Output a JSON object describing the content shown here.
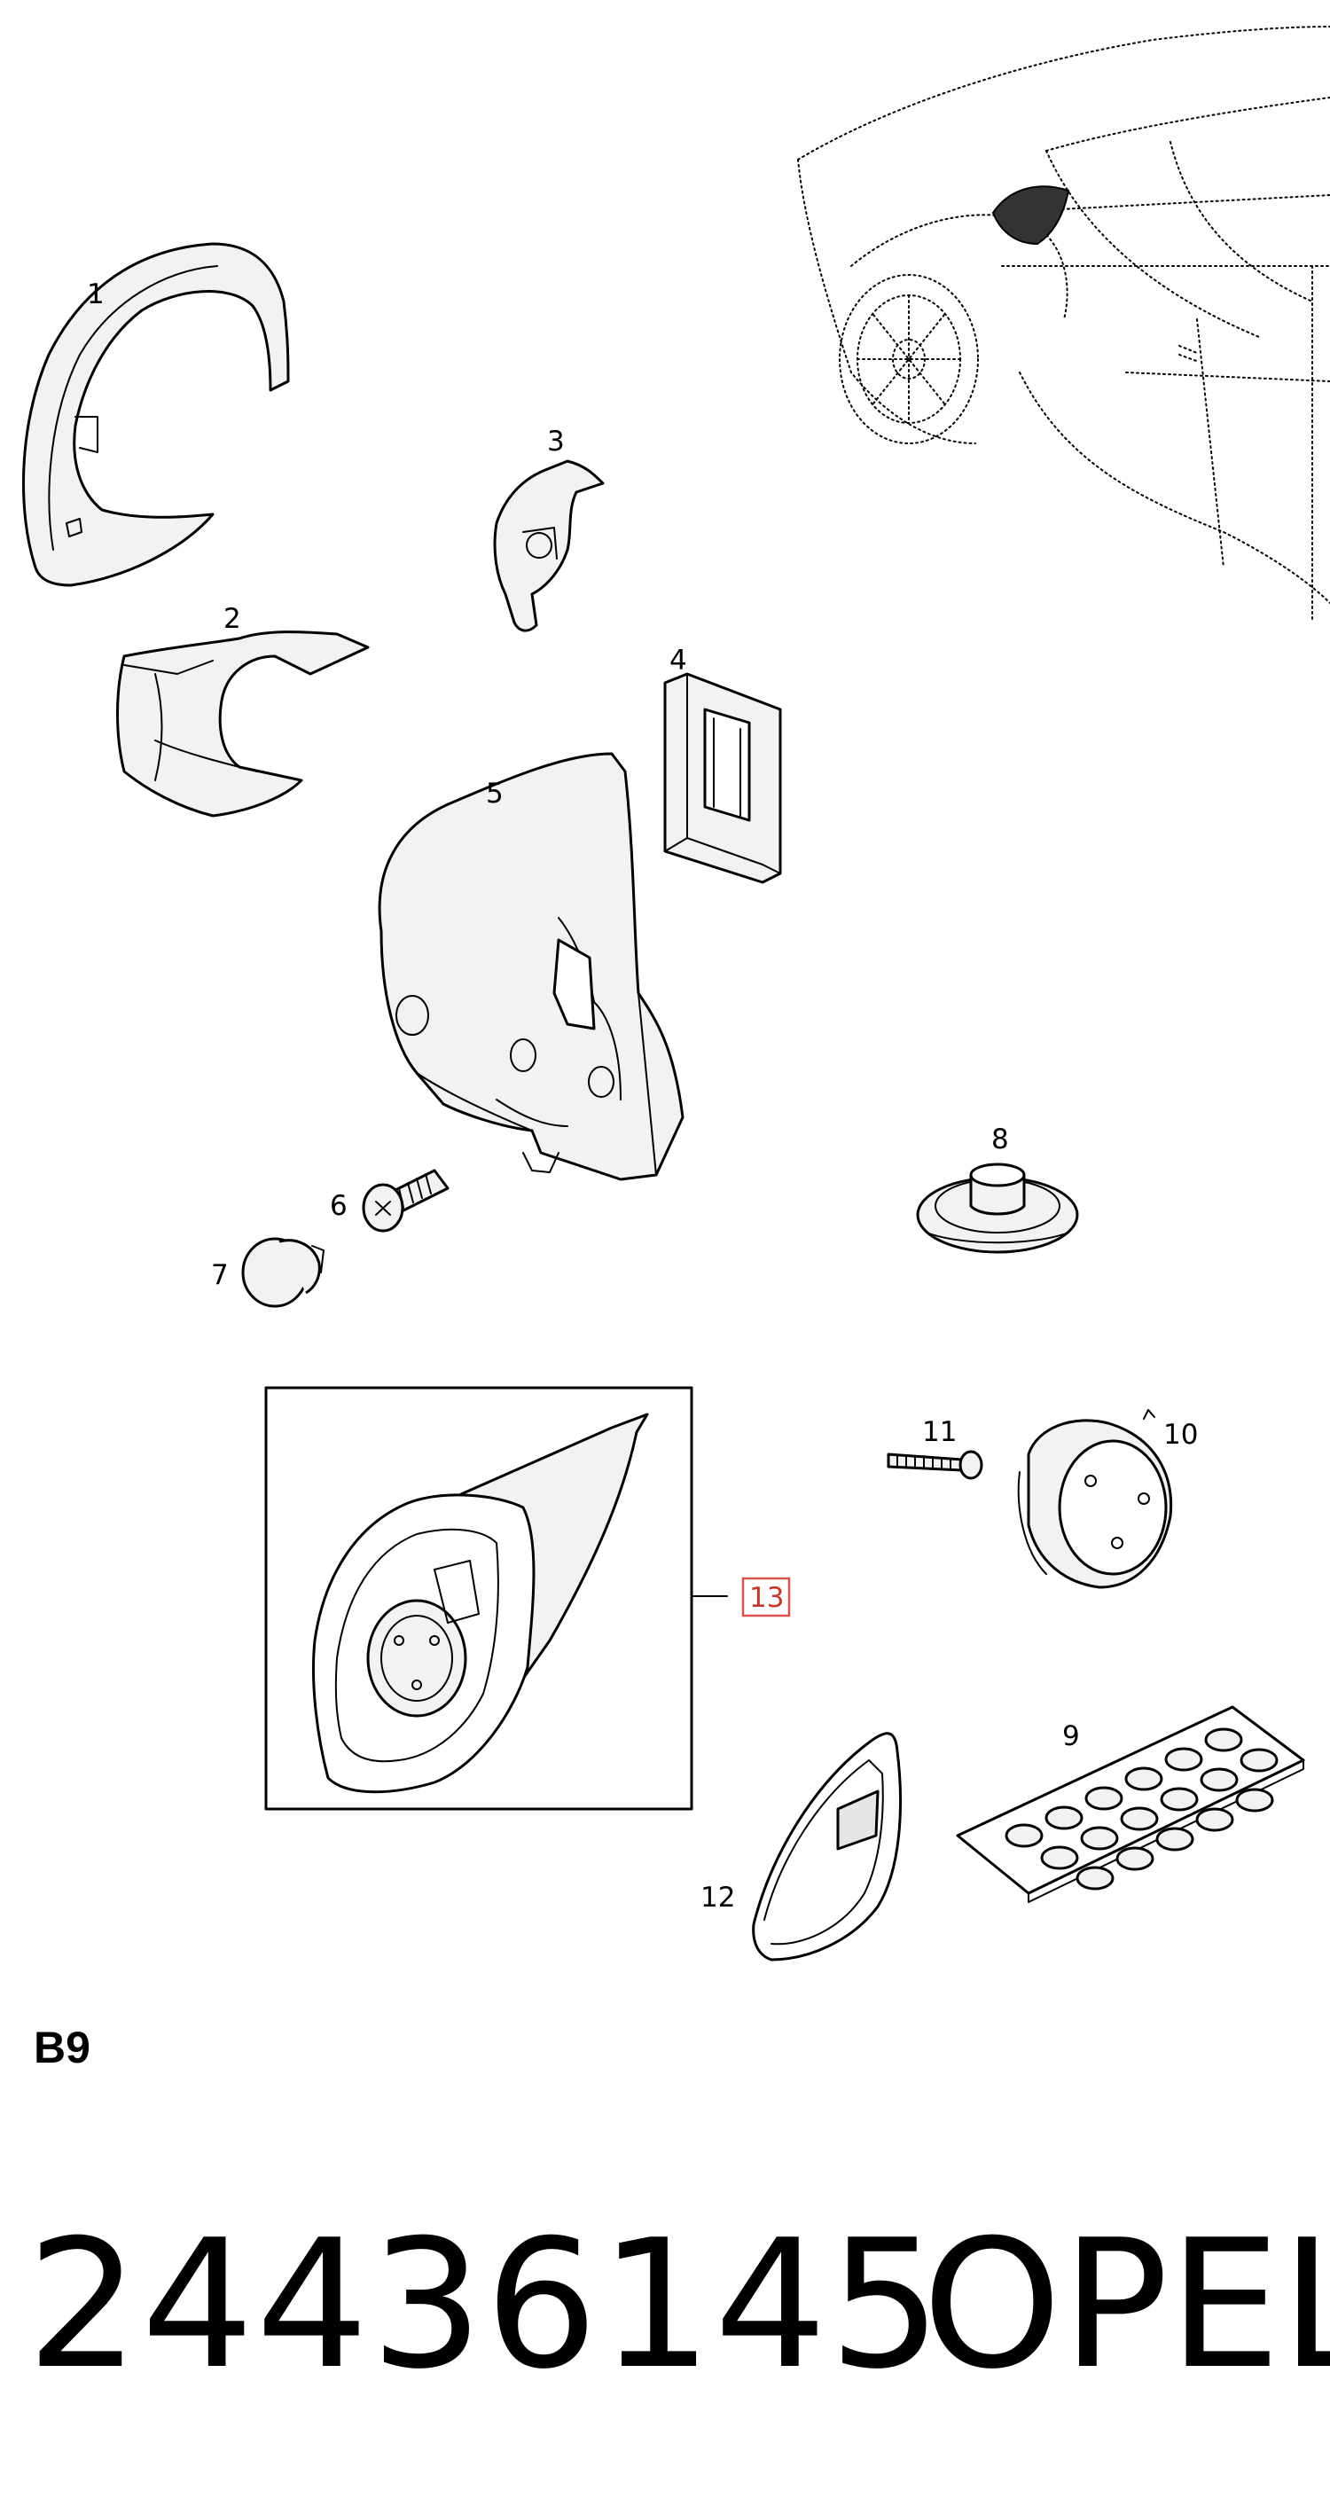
{
  "diagram": {
    "parts": [
      {
        "id": "part-1",
        "label": "1"
      },
      {
        "id": "part-2",
        "label": "2"
      },
      {
        "id": "part-3",
        "label": "3"
      },
      {
        "id": "part-4",
        "label": "4"
      },
      {
        "id": "part-5",
        "label": "5"
      },
      {
        "id": "part-6",
        "label": "6"
      },
      {
        "id": "part-7",
        "label": "7"
      },
      {
        "id": "part-8",
        "label": "8"
      },
      {
        "id": "part-9",
        "label": "9"
      },
      {
        "id": "part-10",
        "label": "10"
      },
      {
        "id": "part-11",
        "label": "11"
      },
      {
        "id": "part-12",
        "label": "12"
      }
    ],
    "assembly_callout": "13"
  },
  "footer": {
    "section_code": "B9",
    "part_number": "24436145",
    "brand": "OPEL"
  }
}
